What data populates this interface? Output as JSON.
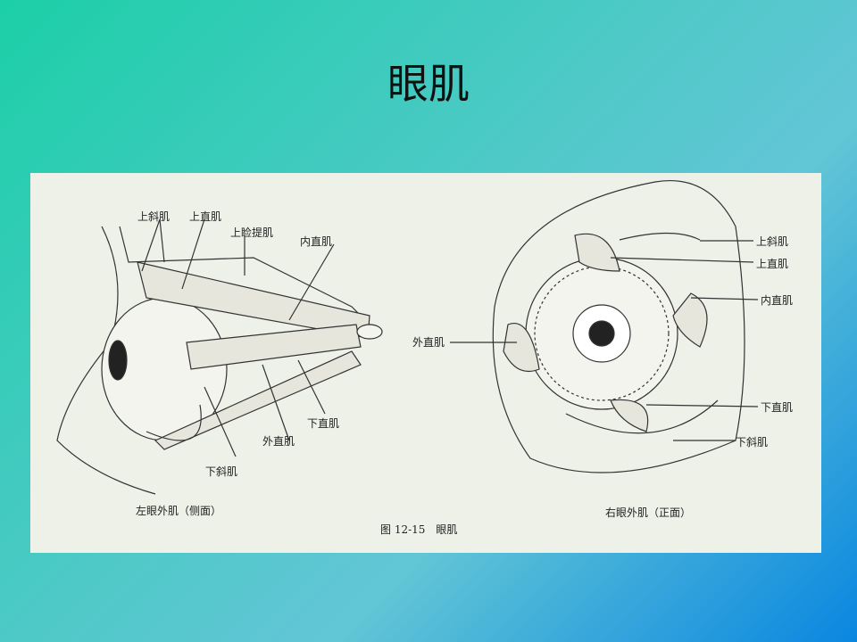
{
  "slide": {
    "title": "眼肌"
  },
  "figure": {
    "caption": "图 12-15　眼肌",
    "left": {
      "caption": "左眼外肌（侧面）",
      "labels": [
        "上斜肌",
        "上直肌",
        "上睑提肌",
        "内直肌",
        "下直肌",
        "外直肌",
        "下斜肌"
      ]
    },
    "right": {
      "caption": "右眼外肌（正面）",
      "labels": [
        "上斜肌",
        "上直肌",
        "内直肌",
        "外直肌",
        "下直肌",
        "下斜肌"
      ]
    }
  }
}
